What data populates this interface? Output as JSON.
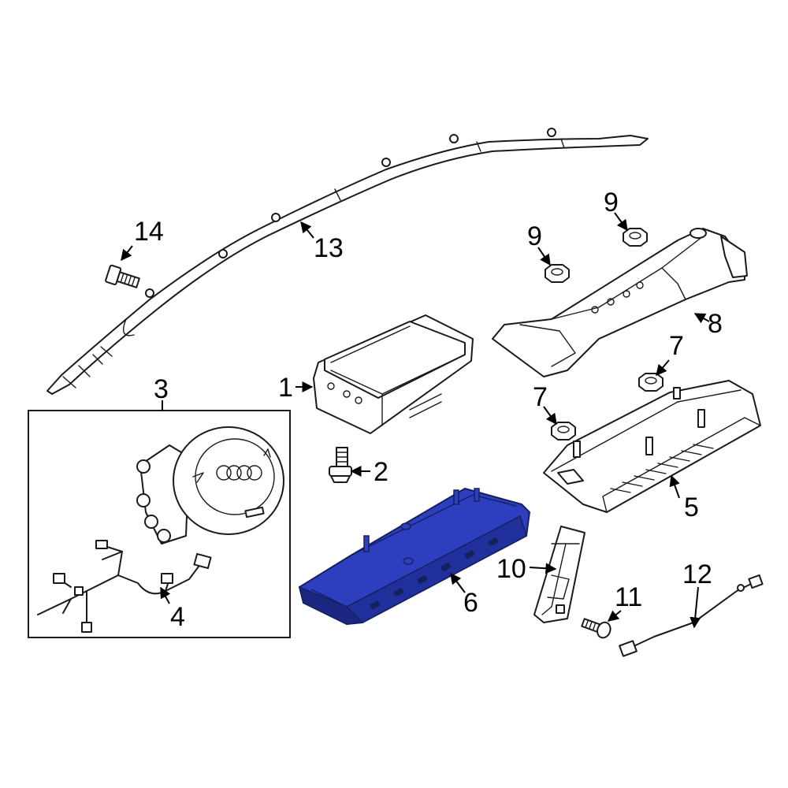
{
  "callouts": {
    "c1": "1",
    "c2": "2",
    "c3": "3",
    "c4": "4",
    "c5": "5",
    "c6": "6",
    "c7a": "7",
    "c7b": "7",
    "c8": "8",
    "c9a": "9",
    "c9b": "9",
    "c10": "10",
    "c11": "11",
    "c12": "12",
    "c13": "13",
    "c14": "14"
  },
  "colors": {
    "highlight": "#2d3fbf",
    "highlight_dark": "#1b2680",
    "line": "#1a1a1a"
  }
}
